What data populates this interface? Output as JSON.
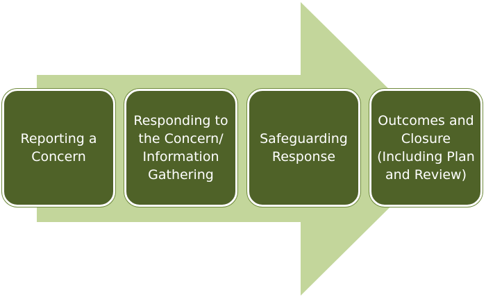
{
  "colors": {
    "arrow": "#c3d69b",
    "box_fill": "#4f6228",
    "box_text": "#ffffff"
  },
  "steps": [
    {
      "label": "Reporting a Concern"
    },
    {
      "label": "Responding to the Concern/ Information Gathering"
    },
    {
      "label": "Safeguarding Response"
    },
    {
      "label": "Outcomes and Closure (Including Plan and Review)"
    }
  ]
}
